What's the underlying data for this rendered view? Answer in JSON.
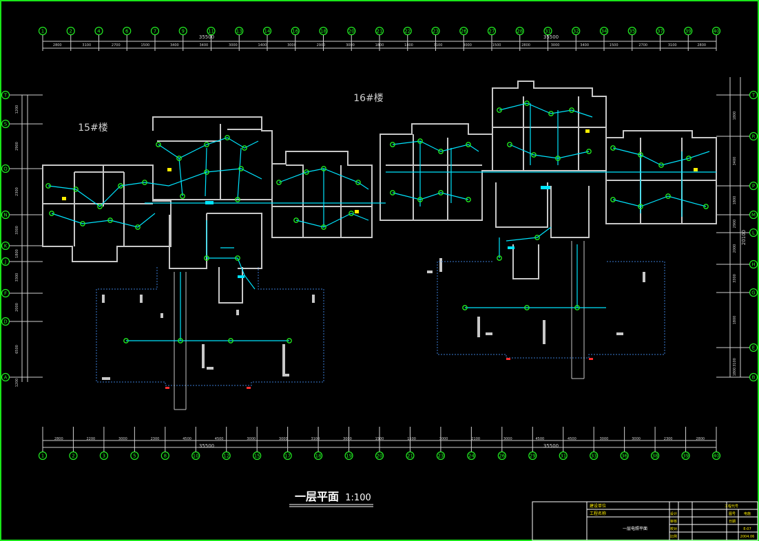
{
  "drawing": {
    "title": "一层平面",
    "scale": "1:100",
    "building_labels": [
      "15#楼",
      "16#楼"
    ],
    "colors": {
      "background": "#000000",
      "frame": "#19e619",
      "wall": "#c8c8c8",
      "wiring": "#00e5ff",
      "fixture": "#22ee22",
      "axis": "#22ee22",
      "dimension": "#d0d0d0",
      "accent": "#ffee00"
    }
  },
  "grid": {
    "top_axes": [
      "1",
      "2",
      "4",
      "6",
      "7",
      "9",
      "11",
      "13",
      "14",
      "16",
      "18",
      "20",
      "21",
      "22",
      "23",
      "26",
      "27",
      "28",
      "31",
      "32",
      "34",
      "35",
      "37",
      "39",
      "40"
    ],
    "top_dims": [
      "2800",
      "3100",
      "2700",
      "1500",
      "3400",
      "3400",
      "3000",
      "1400",
      "3000",
      "2900",
      "3000",
      "1800",
      "1800",
      "3100",
      "3000",
      "1500",
      "2800",
      "3000",
      "3400",
      "1500",
      "2700",
      "3100",
      "2800"
    ],
    "top_total": [
      "35500",
      "35500"
    ],
    "bottom_axes": [
      "1",
      "2",
      "3",
      "5",
      "8",
      "10",
      "12",
      "15",
      "17",
      "18",
      "19",
      "20",
      "21",
      "23",
      "24",
      "26",
      "29",
      "31",
      "33",
      "36",
      "38",
      "39",
      "40"
    ],
    "bottom_dims": [
      "2800",
      "2200",
      "3000",
      "2300",
      "4500",
      "4500",
      "3000",
      "3000",
      "3100",
      "3000",
      "1500",
      "1500",
      "3000",
      "2100",
      "3000",
      "4500",
      "4500",
      "3000",
      "3000",
      "2300",
      "2800"
    ],
    "bottom_total": [
      "35500",
      "35500"
    ],
    "left_axes": [
      "T",
      "S",
      "Q",
      "N",
      "K",
      "J",
      "F",
      "D",
      "A"
    ],
    "left_dims": [
      "1200",
      "2900",
      "2300",
      "3300",
      "1800",
      "3300",
      "2000",
      "6500",
      "1200"
    ],
    "right_axes": [
      "T",
      "R",
      "P",
      "M",
      "L",
      "H",
      "G",
      "E",
      "B"
    ],
    "right_dims": [
      "1800",
      "3400",
      "1800",
      "2900",
      "2000",
      "3300",
      "1800",
      "3100",
      "1800"
    ],
    "right_total": "20100"
  },
  "title_block": {
    "project_label": "建设单位",
    "name_label": "工程名称",
    "sheet_name": "一层电照平面",
    "cells": [
      "工程代号",
      "设计",
      "图号",
      "电施",
      "审核",
      "日期",
      "校对",
      "E-07",
      "比例",
      "2004.06"
    ]
  }
}
